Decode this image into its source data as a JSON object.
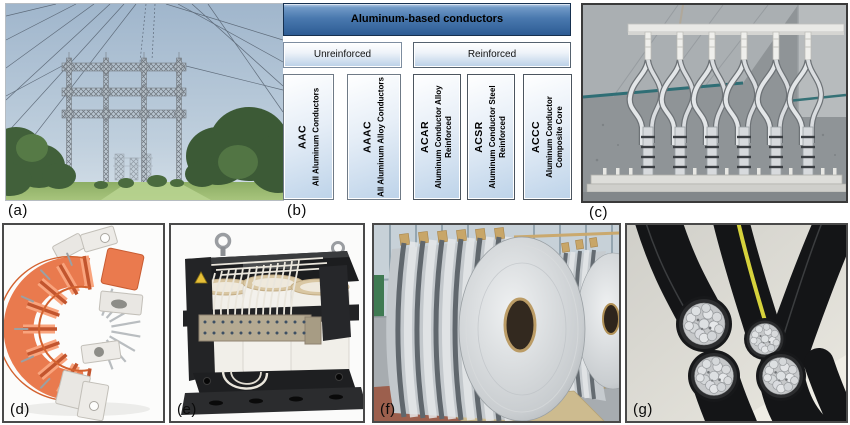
{
  "figure_labels": {
    "a": "(a)",
    "b": "(b)",
    "c": "(c)",
    "d": "(d)",
    "e": "(e)",
    "f": "(f)",
    "g": "(g)"
  },
  "diagram": {
    "title": "Aluminum-based conductors",
    "categories": [
      {
        "label": "Unreinforced"
      },
      {
        "label": "Reinforced"
      }
    ],
    "conductor_types": [
      {
        "acronym": "AAC",
        "full_name": "All Aluminum Conductors",
        "category": "Unreinforced"
      },
      {
        "acronym": "AAAC",
        "full_name": "All Aluminum Alloy Conductors",
        "category": "Unreinforced"
      },
      {
        "acronym": "ACAR",
        "full_name": "Aluminum Conductor Alloy Reinforced",
        "category": "Reinforced"
      },
      {
        "acronym": "ACSR",
        "full_name": "Aluminum Conductor Steel Reinforced",
        "category": "Reinforced"
      },
      {
        "acronym": "ACCC",
        "full_name": "Aluminum Conductor Composite Core",
        "category": "Reinforced"
      }
    ],
    "colors": {
      "title_box_top": "#7099c6",
      "title_box_bottom": "#2d5c94",
      "box_fill_bottom": "#b9cfe7",
      "pleat_orange": "#ea7a4e",
      "cable_stripe_yellow": "#d6d23c"
    }
  }
}
